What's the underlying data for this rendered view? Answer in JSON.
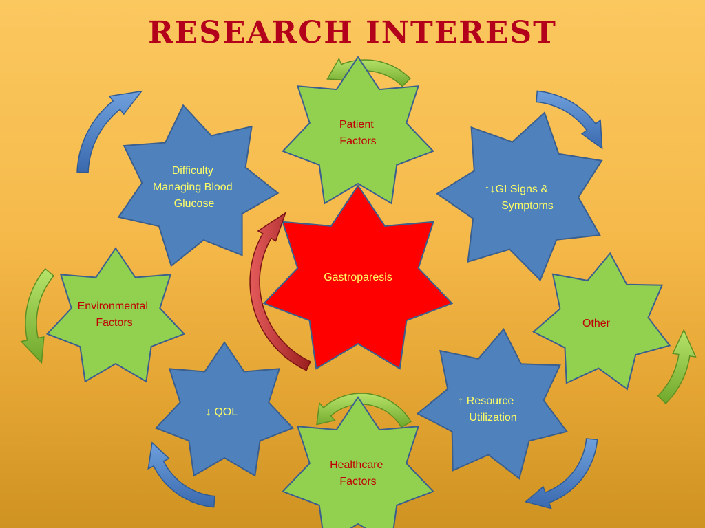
{
  "title": "RESEARCH INTEREST",
  "colors": {
    "red_fill": "#ff0000",
    "green_fill": "#92d050",
    "blue_fill": "#4f81bd",
    "text_red": "#c00000",
    "text_yellow": "#ffff66",
    "outline": "#3a5f8f"
  },
  "nodes": {
    "gastroparesis": {
      "lines": [
        "Gastroparesis"
      ]
    },
    "patient_factors": {
      "lines": [
        "Patient",
        "Factors"
      ]
    },
    "gi_signs": {
      "lines": [
        "↑↓GI Signs &",
        "Symptoms"
      ]
    },
    "difficulty_glucose": {
      "lines": [
        "Difficulty",
        "Managing Blood",
        "Glucose"
      ]
    },
    "environmental": {
      "lines": [
        "Environmental",
        "Factors"
      ]
    },
    "other": {
      "lines": [
        "Other"
      ]
    },
    "qol": {
      "lines": [
        "↓ QOL"
      ]
    },
    "resource": {
      "lines": [
        "↑ Resource",
        "Utilization"
      ]
    },
    "healthcare": {
      "lines": [
        "Healthcare",
        "Factors"
      ]
    }
  }
}
